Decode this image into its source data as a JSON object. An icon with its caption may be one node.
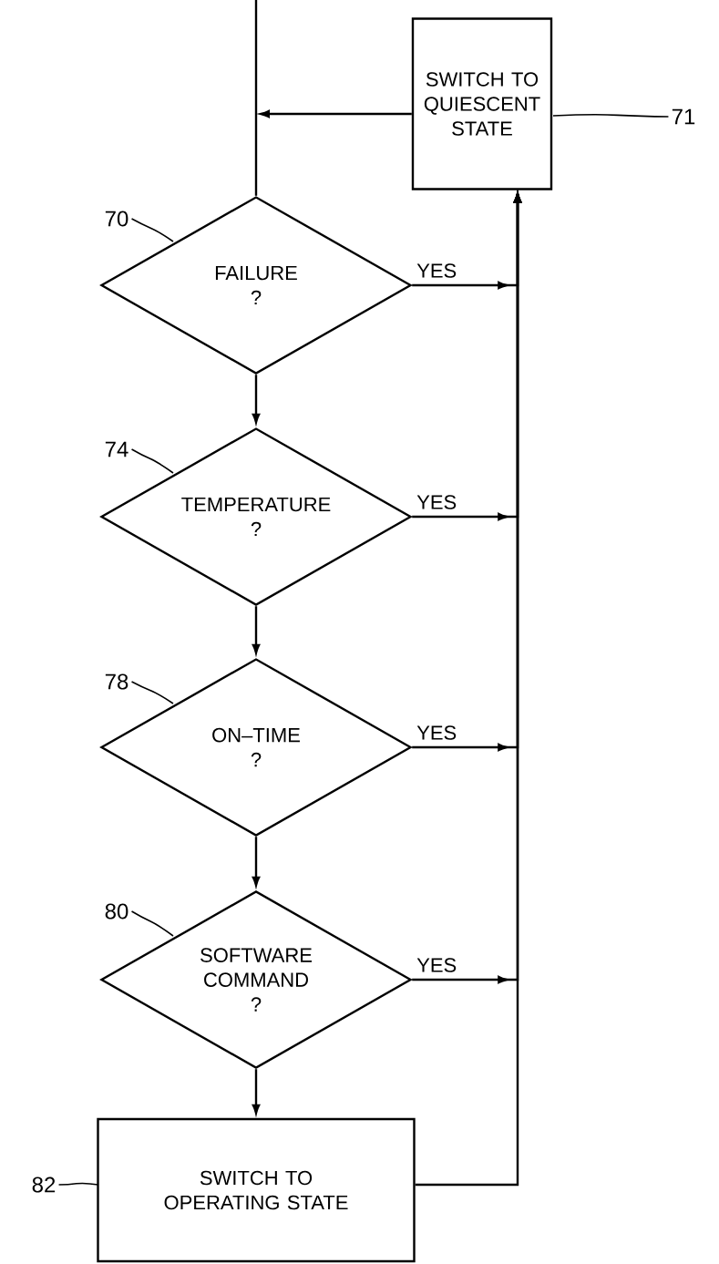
{
  "diagram": {
    "nodes": [
      {
        "text": [
          "SWITCH TO QUIESCENT STATE"
        ]
      },
      {
        "text": [
          "71"
        ]
      },
      {
        "text": [
          "70"
        ]
      },
      {
        "text": [
          "FAILURE",
          "?"
        ]
      },
      {
        "text": [
          "74"
        ]
      },
      {
        "text": [
          "TEMPERATURE",
          "?"
        ]
      },
      {
        "text": [
          "78"
        ]
      },
      {
        "text": [
          "ON–TIME",
          "?"
        ]
      },
      {
        "text": [
          "80"
        ]
      },
      {
        "text": [
          "SOFTWARE COMMAND",
          "?"
        ]
      },
      {
        "text": [
          "82"
        ]
      },
      {
        "text": [
          "SWITCH TO OPERATING STATE"
        ]
      }
    ],
    "edges": [
      {
        "from": null,
        "to": 3,
        "arrow": "none"
      },
      {
        "from": 0,
        "to": null,
        "arrow": "to"
      },
      {
        "from": 3,
        "to": 5,
        "arrow": "to"
      },
      {
        "from": 5,
        "to": 7,
        "arrow": "to"
      },
      {
        "from": 7,
        "to": 9,
        "arrow": "to"
      },
      {
        "from": 9,
        "to": 11,
        "arrow": "to"
      },
      {
        "from": 3,
        "to": 0,
        "arrow": "to",
        "label": "YES"
      },
      {
        "from": 5,
        "to": 0,
        "arrow": "to",
        "label": "YES"
      },
      {
        "from": 7,
        "to": 0,
        "arrow": "to",
        "label": "YES"
      },
      {
        "from": 9,
        "to": 0,
        "arrow": "to",
        "label": "YES"
      },
      {
        "from": 11,
        "to": 0,
        "arrow": "to"
      },
      {
        "from": 1,
        "to": 0,
        "arrow": "none"
      },
      {
        "from": 2,
        "to": 3,
        "arrow": "none"
      },
      {
        "from": 4,
        "to": 5,
        "arrow": "none"
      },
      {
        "from": 6,
        "to": 7,
        "arrow": "none"
      },
      {
        "from": 8,
        "to": 9,
        "arrow": "none"
      },
      {
        "from": 10,
        "to": 11,
        "arrow": "none"
      }
    ]
  }
}
